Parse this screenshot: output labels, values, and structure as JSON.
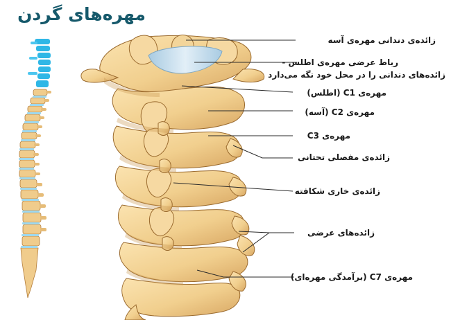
{
  "title": "مهره‌های گردن",
  "labels": {
    "dens": "زائده‌ی دندانی مهره‌ی آسه",
    "ligament_1": "رباط عرضی مهره‌ی اطلس -",
    "ligament_2": "زائده‌های دندانی را در محل خود نگه می‌دارد",
    "c1": "مهره‌ی C1 (اطلس)",
    "c2": "مهره‌ی C2 (آسه)",
    "c3": "مهره‌ی C3",
    "articular": "زائده‌ی مفصلی تحتانی",
    "spinous": "زائده‌ی خاری شکافته",
    "transverse": "زائده‌های عرضی",
    "c7": "مهره‌ی C7 (برآمدگی مهره‌ای)"
  },
  "colors": {
    "title": "#16596b",
    "bone": "#f1cf8e",
    "bone_shadow": "#c9974f",
    "bone_outline": "#9a6a2e",
    "ligament": "#b9d6e8",
    "cervical_highlight": "#2fb7e6",
    "spine_disc": "#9ed8ee",
    "leader_line": "#2a2a2a"
  }
}
